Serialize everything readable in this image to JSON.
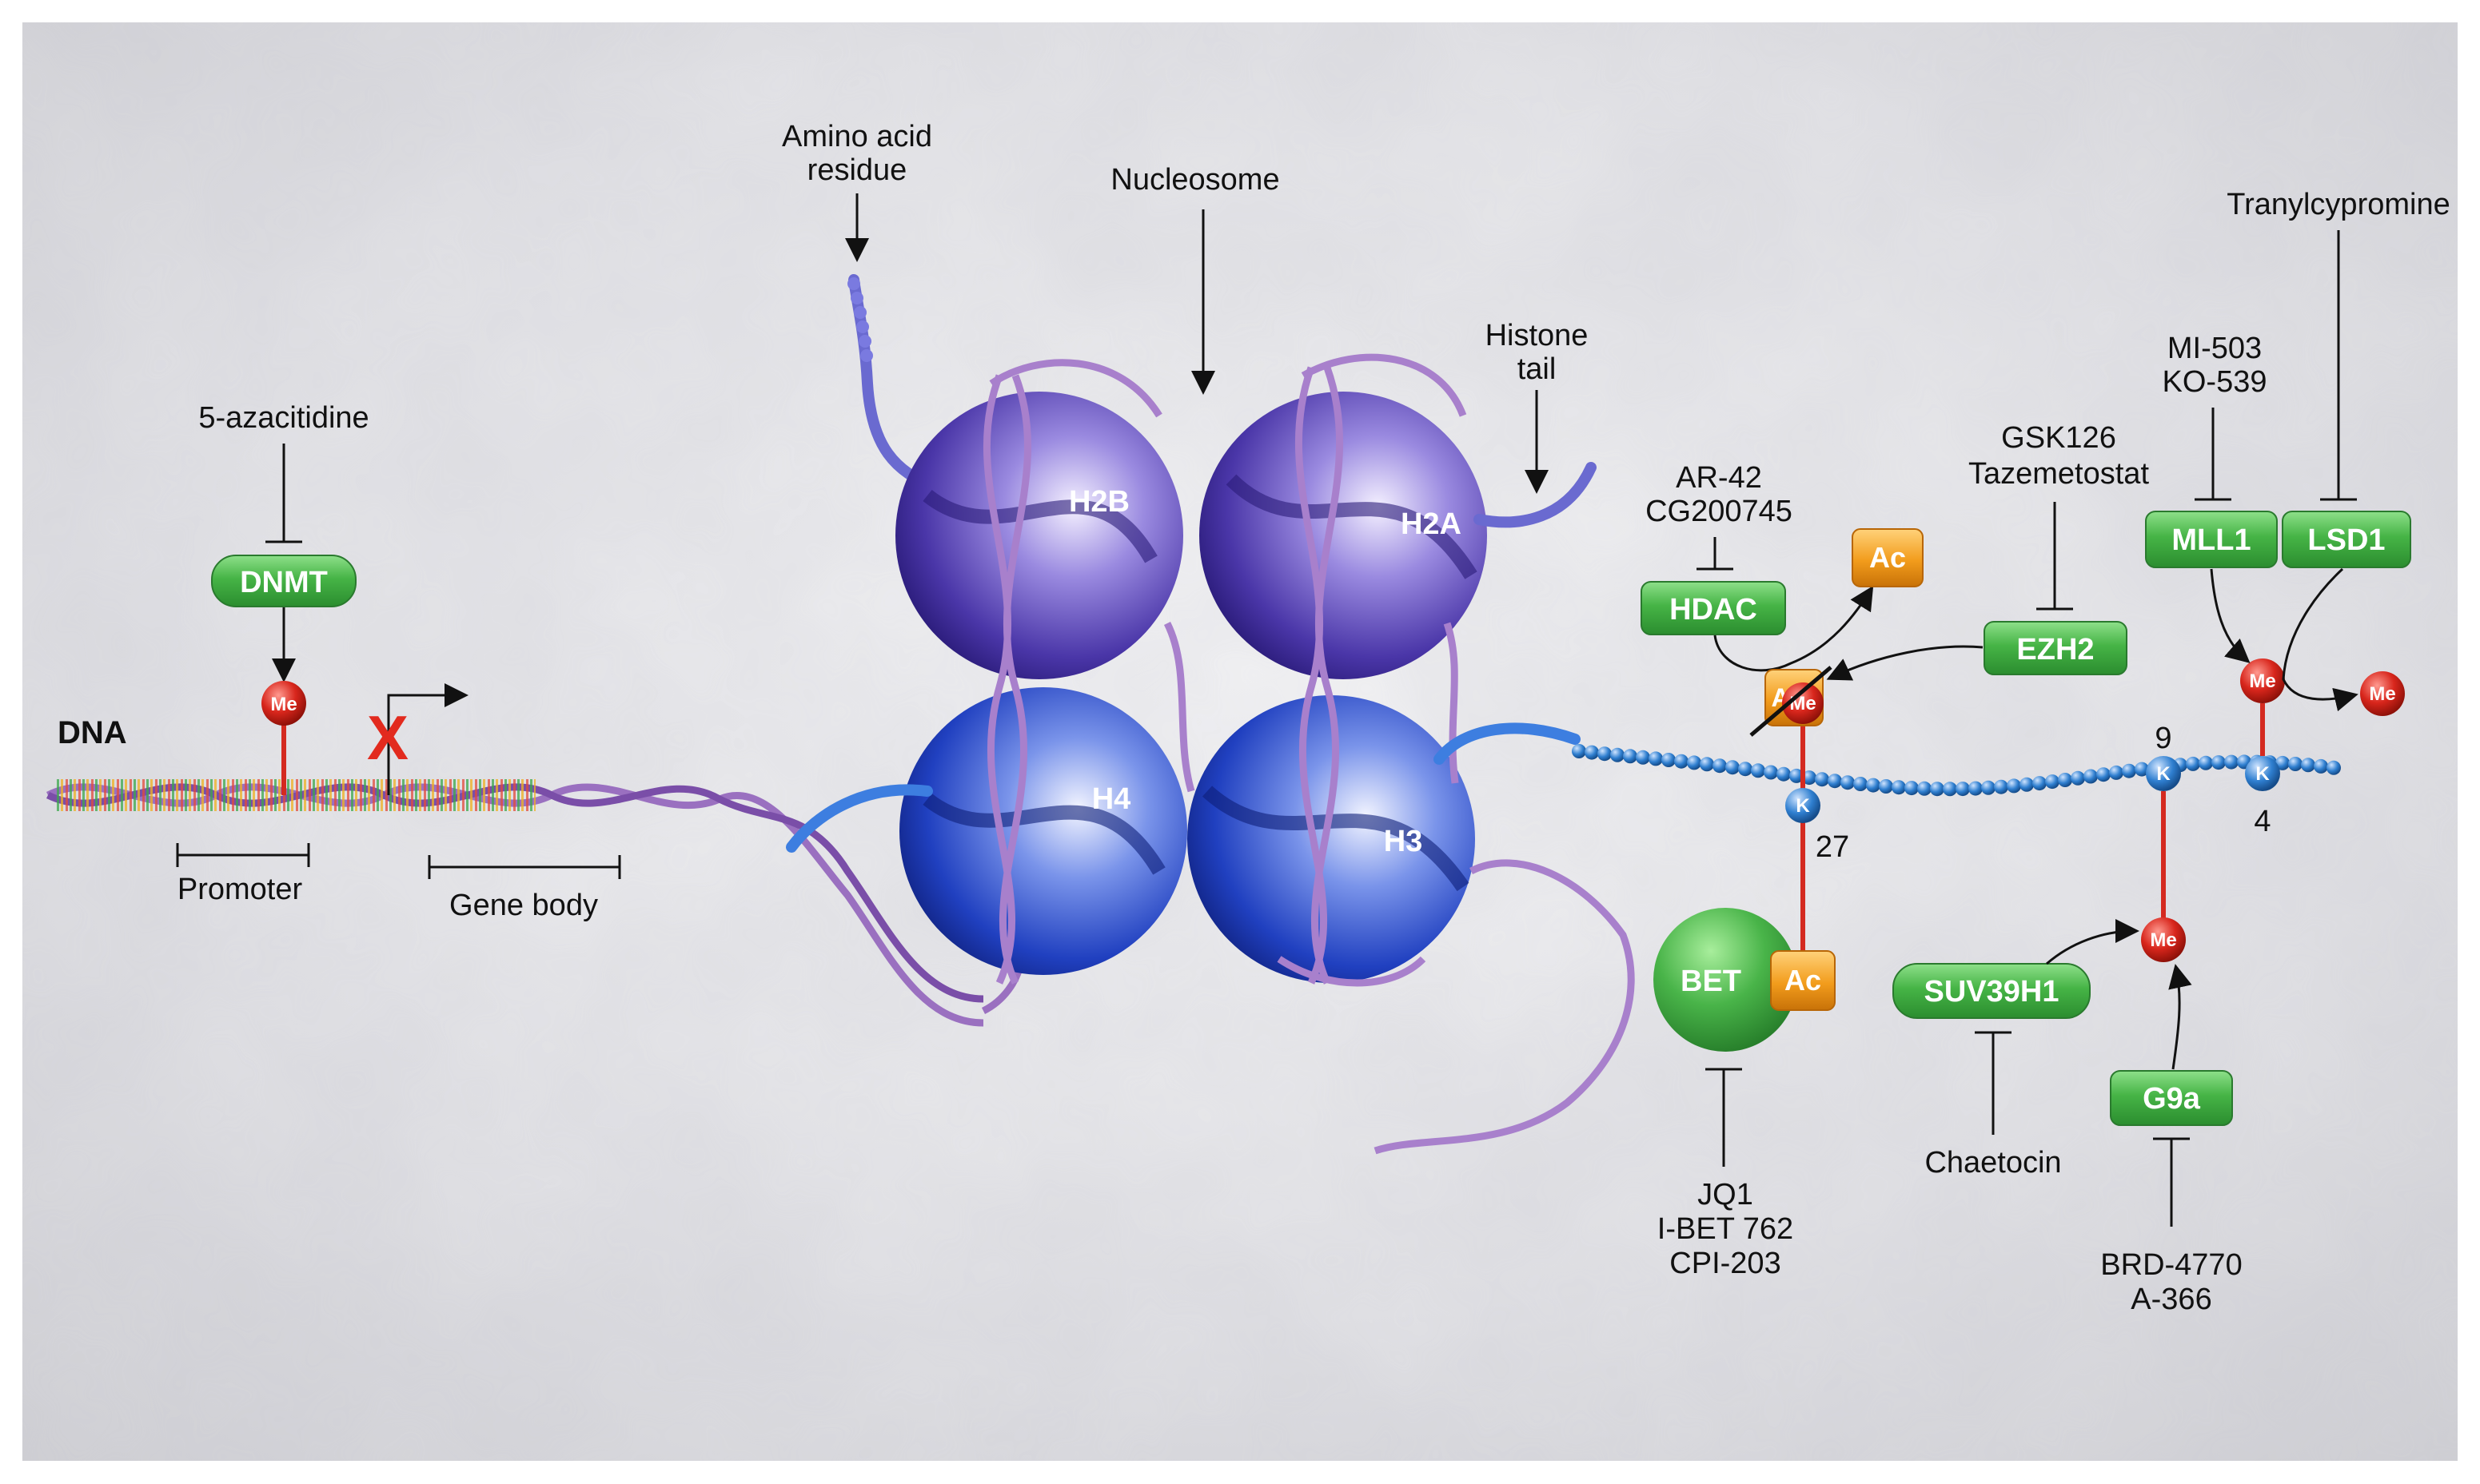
{
  "labels": {
    "dna": "DNA",
    "promoter": "Promoter",
    "gene_body": "Gene body",
    "amino_acid_residue": [
      "Amino acid",
      "residue"
    ],
    "nucleosome": "Nucleosome",
    "histone_tail": [
      "Histone",
      "tail"
    ],
    "silenced_mark": "X"
  },
  "histones": {
    "h2b": "H2B",
    "h2a": "H2A",
    "h4": "H4",
    "h3": "H3"
  },
  "enzymes": {
    "dnmt": "DNMT",
    "hdac": "HDAC",
    "ezh2": "EZH2",
    "mll1": "MLL1",
    "lsd1": "LSD1",
    "bet": "BET",
    "suv39h1": "SUV39H1",
    "g9a": "G9a"
  },
  "inhibitors": {
    "dnmt": [
      "5-azacitidine"
    ],
    "hdac": [
      "AR-42",
      "CG200745"
    ],
    "ezh2": [
      "GSK126",
      "Tazemetostat"
    ],
    "mll1": [
      "MI-503",
      "KO-539"
    ],
    "lsd1": [
      "Tranylcypromine"
    ],
    "bet": [
      "JQ1",
      "I-BET 762",
      "CPI-203"
    ],
    "suv39h1": [
      "Chaetocin"
    ],
    "g9a": [
      "BRD-4770",
      "A-366"
    ]
  },
  "marks": {
    "me": "Me",
    "ac": "Ac",
    "lysine": "K"
  },
  "residue_numbers": {
    "k27": "27",
    "k9": "9",
    "k4": "4"
  },
  "colors": {
    "enzyme_green": "#3daa3f",
    "methyl_red": "#d42a20",
    "acetyl_orange": "#f0a020",
    "lysine_blue": "#2f7fd0",
    "tail_blue": "#3d7ee0",
    "histone_purple": "#5a4ab8",
    "histone_blue": "#2a4ec0",
    "dna_purple": "#9a70c0"
  }
}
